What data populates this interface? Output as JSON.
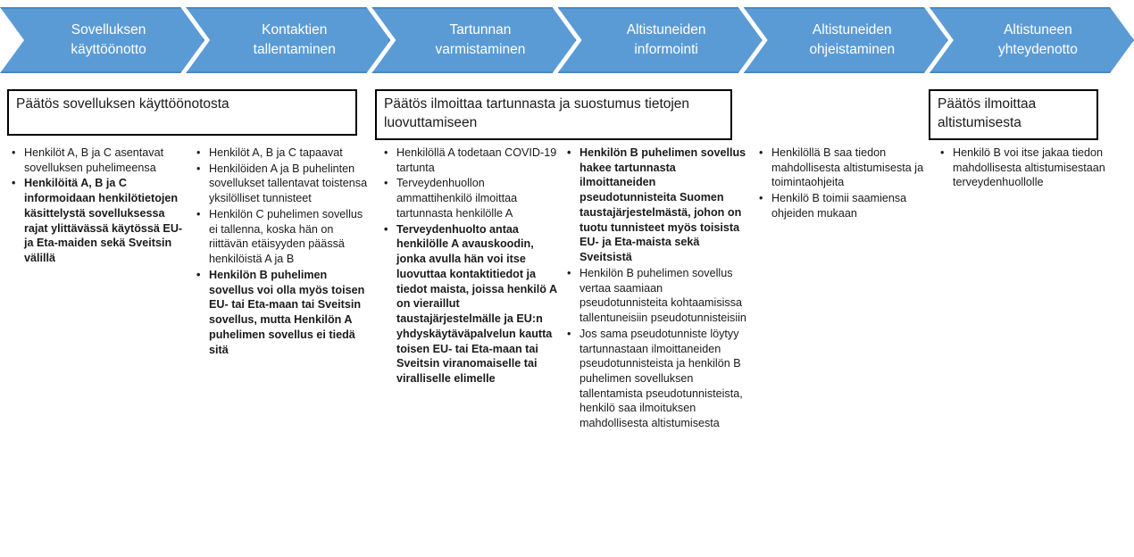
{
  "process": {
    "steps": [
      {
        "label": "Sovelluksen käyttöönotto"
      },
      {
        "label": "Kontaktien tallentaminen"
      },
      {
        "label": "Tartunnan varmistaminen"
      },
      {
        "label": "Altistuneiden informointi"
      },
      {
        "label": "Altistuneiden ohjeistaminen"
      },
      {
        "label": "Altistuneen yhteydenotto"
      }
    ],
    "colors": {
      "chevron_fill": "#5B9BD5",
      "chevron_border": "#41719C",
      "chevron_text": "#FFFFFF",
      "box_border": "#000000",
      "body_text": "#1A1A1A"
    }
  },
  "decision_boxes": [
    {
      "title": "Päätös sovelluksen käyttöönotosta"
    },
    {
      "title": "Päätös ilmoittaa tartunnasta ja suostumus tietojen luovuttamiseen"
    },
    {
      "title": "Päätös ilmoittaa altistumisesta"
    }
  ],
  "columns": [
    {
      "items": [
        {
          "text": "Henkilöt A, B ja C asentavat sovelluksen puhelimeensa",
          "bold": false
        },
        {
          "text": "Henkilöitä  A, B ja C informoidaan henkilötietojen käsittelystä sovelluksessa rajat ylittävässä käytössä EU- ja Eta-maiden sekä Sveitsin välillä",
          "bold": true
        }
      ]
    },
    {
      "items": [
        {
          "text": "Henkilöt A, B ja C tapaavat",
          "bold": false
        },
        {
          "text": "Henkilöiden A ja B puhelinten sovellukset tallentavat toistensa yksilölliset tunnisteet",
          "bold": false
        },
        {
          "text": "Henkilön C puhelimen sovellus ei tallenna, koska hän on riittävän etäisyyden päässä henkilöistä A ja B",
          "bold": false
        },
        {
          "text": "Henkilön B puhelimen sovellus voi olla myös toisen EU- tai Eta-maan tai Sveitsin sovellus, mutta Henkilön A puhelimen sovellus ei tiedä sitä",
          "bold": true
        }
      ]
    },
    {
      "items": [
        {
          "text": "Henkilöllä A todetaan COVID-19 tartunta",
          "bold": false
        },
        {
          "text": "Terveydenhuollon ammattihenkilö ilmoittaa tartunnasta henkilölle A",
          "bold": false
        },
        {
          "text": "Terveydenhuolto antaa henkilölle A avauskoodin, jonka avulla hän voi itse luovuttaa kontaktitiedot ja tiedot maista, joissa henkilö A on vieraillut taustajärjestelmälle ja EU:n yhdyskäytäväpalvelun kautta toisen EU- tai Eta-maan tai Sveitsin viranomaiselle tai viralliselle elimelle",
          "bold": true
        }
      ]
    },
    {
      "items": [
        {
          "text": "Henkilön B puhelimen sovellus hakee tartunnasta ilmoittaneiden pseudotunnisteita Suomen taustajärjestelmästä, johon on tuotu tunnisteet myös toisista EU- ja Eta-maista sekä Sveitsistä",
          "bold": true
        },
        {
          "text": "Henkilön B puhelimen sovellus vertaa saamiaan pseudotunnisteita kohtaamisissa tallentuneisiin pseudotunnisteisiin",
          "bold": false
        },
        {
          "text": "Jos sama pseudotunniste löytyy tartunnastaan ilmoittaneiden pseudotunnisteista ja henkilön B puhelimen sovelluksen tallentamista pseudotunnisteista, henkilö saa ilmoituksen mahdollisesta altistumisesta",
          "bold": false
        }
      ]
    },
    {
      "items": [
        {
          "text": "Henkilöllä B saa tiedon mahdollisesta altistumisesta ja toimintaohjeita",
          "bold": false
        },
        {
          "text": "Henkilö B toimii saamiensa ohjeiden mukaan",
          "bold": false
        }
      ]
    },
    {
      "items": [
        {
          "text": "Henkilö B voi itse jakaa tiedon mahdollisesta altistumisestaan terveydenhuollolle",
          "bold": false
        }
      ]
    }
  ]
}
